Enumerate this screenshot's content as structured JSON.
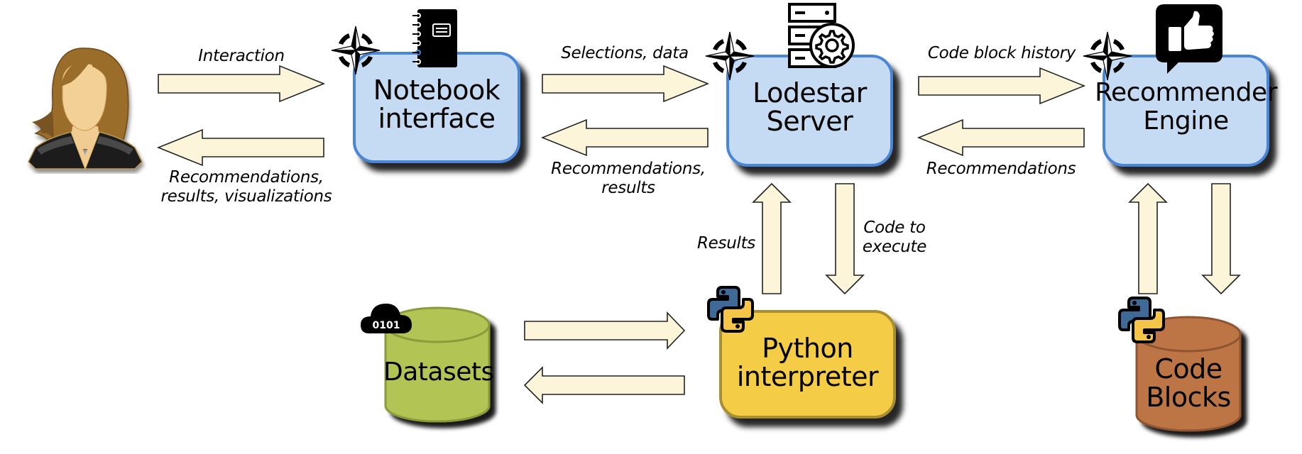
{
  "diagram": {
    "nodes": {
      "user": {
        "icon": "user-avatar-icon"
      },
      "notebook": {
        "title_line1": "Notebook",
        "title_line2": "interface",
        "icon": "notebook-icon",
        "badge": "compass-icon"
      },
      "lodestar": {
        "title_line1": "Lodestar",
        "title_line2": "Server",
        "icon": "server-gear-icon",
        "badge": "compass-icon"
      },
      "recommender": {
        "title_line1": "Recommender",
        "title_line2": "Engine",
        "icon": "thumbs-up-speech-icon",
        "badge": "compass-icon"
      },
      "python": {
        "title_line1": "Python",
        "title_line2": "interpreter",
        "icon": "python-icon"
      },
      "datasets": {
        "title": "Datasets",
        "icon": "cloud-data-icon",
        "icon_text": "0101"
      },
      "codeblocks": {
        "title_line1": "Code",
        "title_line2": "Blocks",
        "icon": "python-icon"
      }
    },
    "edges": {
      "user_to_notebook": {
        "label": "Interaction"
      },
      "notebook_to_user": {
        "label_line1": "Recommendations,",
        "label_line2": "results, visualizations"
      },
      "notebook_to_lodestar": {
        "label": "Selections, data"
      },
      "lodestar_to_notebook": {
        "label_line1": "Recommendations,",
        "label_line2": "results"
      },
      "lodestar_to_recommender": {
        "label": "Code block history"
      },
      "recommender_to_lodestar": {
        "label": "Recommendations"
      },
      "python_to_lodestar": {
        "label": "Results"
      },
      "lodestar_to_python": {
        "label_line1": "Code to",
        "label_line2": "execute"
      },
      "datasets_to_python": {
        "label": ""
      },
      "python_to_datasets": {
        "label": ""
      },
      "codeblocks_to_recommender": {
        "label": ""
      },
      "recommender_to_codeblocks": {
        "label": ""
      }
    },
    "colors": {
      "box_fill": "#c5dbf3",
      "box_border": "#4a86d8",
      "python_fill": "#f5cc45",
      "datasets_fill": "#b2c452",
      "codeblocks_fill": "#bd7444",
      "arrow_fill": "#fdf5d9"
    }
  }
}
